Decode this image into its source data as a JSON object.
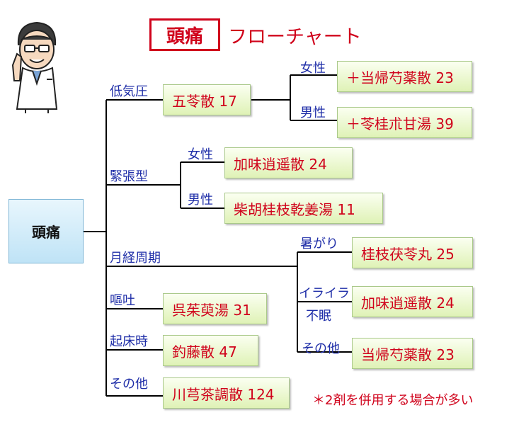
{
  "title": {
    "boxed": "頭痛",
    "rest": "フローチャート"
  },
  "root": "頭痛",
  "branches": {
    "low_pressure": {
      "label": "低気圧",
      "drug": "五苓散 17",
      "female": {
        "label": "女性",
        "drug": "＋当帰芍薬散 23"
      },
      "male": {
        "label": "男性",
        "drug": "＋苓桂朮甘湯 39"
      }
    },
    "tension": {
      "label": "緊張型",
      "female": {
        "label": "女性",
        "drug": "加味逍遥散 24"
      },
      "male": {
        "label": "男性",
        "drug": "柴胡桂枝乾姜湯 11"
      }
    },
    "menstrual": {
      "label": "月経周期",
      "heat": {
        "label": "暑がり",
        "drug": "桂枝茯苓丸 25"
      },
      "irritable": {
        "label": "イライラ",
        "label2": "不眠",
        "drug": "加味逍遥散 24"
      },
      "other": {
        "label": "その他",
        "drug": "当帰芍薬散 23"
      }
    },
    "vomit": {
      "label": "嘔吐",
      "drug": "呉茱萸湯 31"
    },
    "morning": {
      "label": "起床時",
      "drug": "釣藤散 47"
    },
    "other": {
      "label": "その他",
      "drug": "川芎茶調散 124"
    }
  },
  "note": "＊2剤を併用する場合が多い",
  "colors": {
    "title": "#d0021b",
    "label": "#1f2ea8",
    "drug_text": "#d0021b",
    "box_fill": "#e8f5c8",
    "root_fill": "#cceaf8"
  },
  "icons": {
    "doctor": "doctor-illustration"
  }
}
